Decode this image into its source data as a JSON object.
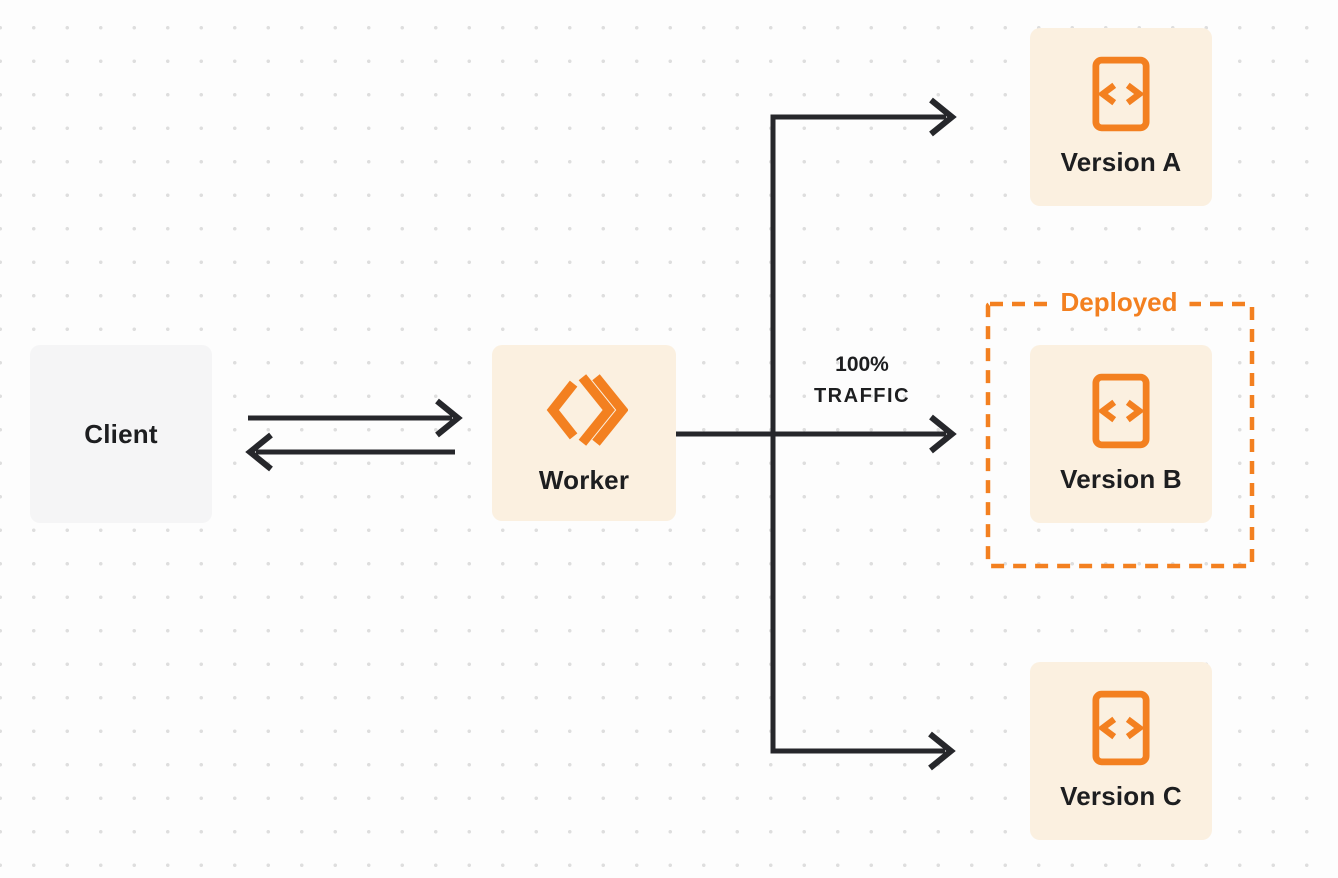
{
  "colors": {
    "page_bg": "#fdfdfd",
    "dot_color": "#dedede",
    "accent_orange": "#f38020",
    "box_cream": "#fbf0e0",
    "box_gray": "#f5f5f6",
    "line_dark": "#26272b",
    "text_dark": "#1d1e20"
  },
  "nodes": {
    "client": {
      "label": "Client"
    },
    "worker": {
      "label": "Worker",
      "icon": "workers-logo-icon"
    },
    "version_a": {
      "label": "Version A",
      "icon": "code-file-icon"
    },
    "version_b": {
      "label": "Version B",
      "icon": "code-file-icon"
    },
    "version_c": {
      "label": "Version C",
      "icon": "code-file-icon"
    }
  },
  "deployed": {
    "label": "Deployed"
  },
  "traffic": {
    "line1": "100%",
    "line2": "TRAFFIC"
  }
}
